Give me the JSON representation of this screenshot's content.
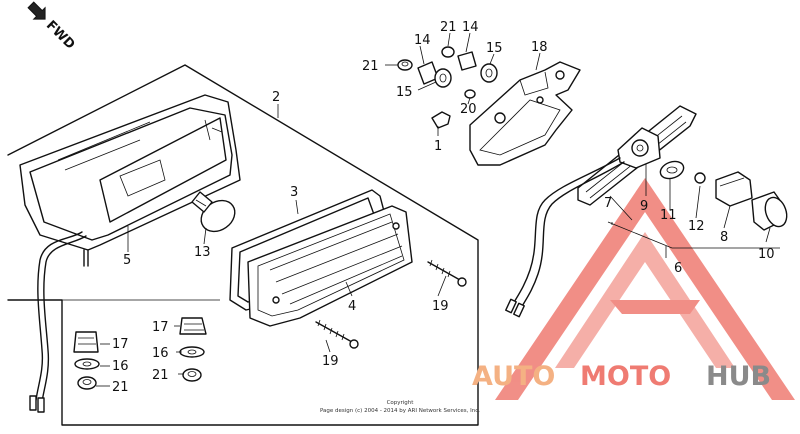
{
  "fwd_label": "FWD",
  "copyright": {
    "line1": "Copyright",
    "line2": "Page design (c) 2004 - 2014 by ARI Network Services, Inc."
  },
  "watermark": {
    "part1": "AUTO",
    "part2": "MOTO",
    "part3": "HUB",
    "color_orange": "#f4b183",
    "color_salmon": "#ef7b72",
    "color_gray": "#8a8a8a"
  },
  "callouts": [
    {
      "id": "c21a",
      "text": "21"
    },
    {
      "id": "c14a",
      "text": "14"
    },
    {
      "id": "c21b",
      "text": "21"
    },
    {
      "id": "c14b",
      "text": "14"
    },
    {
      "id": "c15a",
      "text": "15"
    },
    {
      "id": "c18",
      "text": "18"
    },
    {
      "id": "c15b",
      "text": "15"
    },
    {
      "id": "c20",
      "text": "20"
    },
    {
      "id": "c1",
      "text": "1"
    },
    {
      "id": "c2",
      "text": "2"
    },
    {
      "id": "c3",
      "text": "3"
    },
    {
      "id": "c5",
      "text": "5"
    },
    {
      "id": "c13",
      "text": "13"
    },
    {
      "id": "c4",
      "text": "4"
    },
    {
      "id": "c19a",
      "text": "19"
    },
    {
      "id": "c19b",
      "text": "19"
    },
    {
      "id": "c17a",
      "text": "17"
    },
    {
      "id": "c16a",
      "text": "16"
    },
    {
      "id": "c21c",
      "text": "21"
    },
    {
      "id": "c17b",
      "text": "17"
    },
    {
      "id": "c16b",
      "text": "16"
    },
    {
      "id": "c21d",
      "text": "21"
    },
    {
      "id": "c7",
      "text": "7"
    },
    {
      "id": "c9",
      "text": "9"
    },
    {
      "id": "c11",
      "text": "11"
    },
    {
      "id": "c12",
      "text": "12"
    },
    {
      "id": "c8",
      "text": "8"
    },
    {
      "id": "c6",
      "text": "6"
    },
    {
      "id": "c10",
      "text": "10"
    }
  ]
}
